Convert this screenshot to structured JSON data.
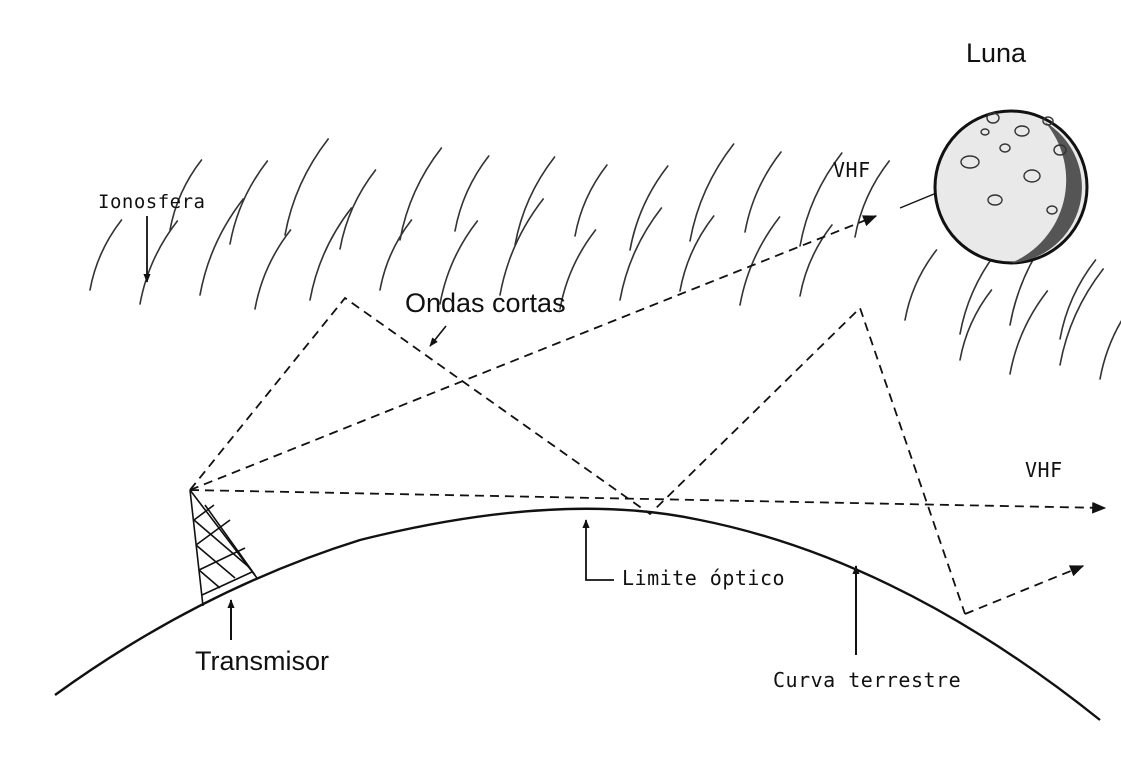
{
  "labels": {
    "luna": "Luna",
    "vhf_top": "VHF",
    "ionosfera": "Ionosfera",
    "ondas_cortas": "Ondas cortas",
    "vhf_right": "VHF",
    "limite_optico": "Limite óptico",
    "transmisor": "Transmisor",
    "curva_terrestre": "Curva terrestre"
  },
  "colors": {
    "ink": "#111111",
    "moon_fill": "#e9e9e9",
    "background": "#ffffff"
  },
  "icons": {
    "moon": "moon-icon",
    "tower": "transmitter-tower-icon"
  }
}
